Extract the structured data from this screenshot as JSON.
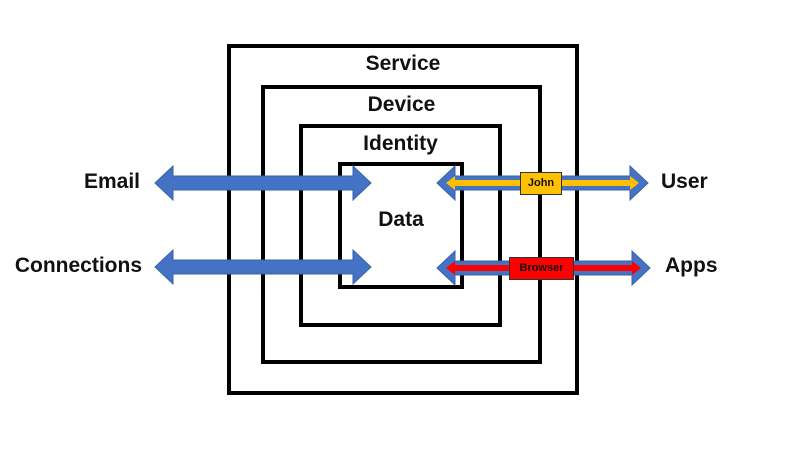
{
  "layers": {
    "service": "Service",
    "device": "Device",
    "identity": "Identity",
    "data": "Data"
  },
  "left_labels": {
    "email": "Email",
    "connections": "Connections"
  },
  "right_labels": {
    "user": "User",
    "apps": "Apps"
  },
  "tags": {
    "john": "John",
    "browser": "Browser"
  },
  "colors": {
    "arrow_blue": "#4472C4",
    "john_gold": "#FFC000",
    "browser_red": "#FF0000",
    "border": "#000000"
  }
}
